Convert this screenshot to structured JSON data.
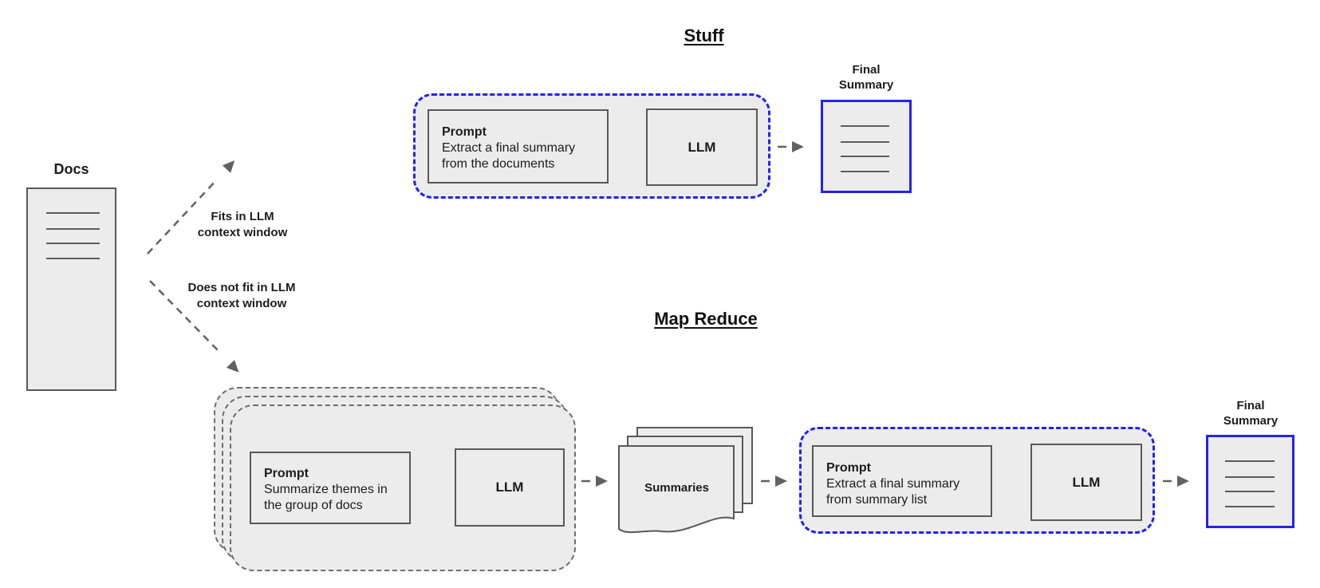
{
  "colors": {
    "accent_blue": "#2323ee",
    "border_gray": "#595959",
    "fill_gray": "#ececec",
    "arrow_gray": "#616161"
  },
  "docs": {
    "label": "Docs"
  },
  "branches": {
    "fits": "Fits in LLM\ncontext window",
    "does_not_fit": "Does not fit in LLM\ncontext window"
  },
  "stuff": {
    "title": "Stuff",
    "prompt_title": "Prompt",
    "prompt_body": "Extract a final summary\nfrom the documents",
    "llm": "LLM",
    "final_summary_label": "Final\nSummary"
  },
  "map_reduce": {
    "title": "Map Reduce",
    "map_prompt_title": "Prompt",
    "map_prompt_body": "Summarize themes in\nthe group of docs",
    "map_llm": "LLM",
    "summaries_label": "Summaries",
    "reduce_prompt_title": "Prompt",
    "reduce_prompt_body": "Extract a final summary\nfrom summary list",
    "reduce_llm": "LLM",
    "final_summary_label": "Final\nSummary"
  }
}
